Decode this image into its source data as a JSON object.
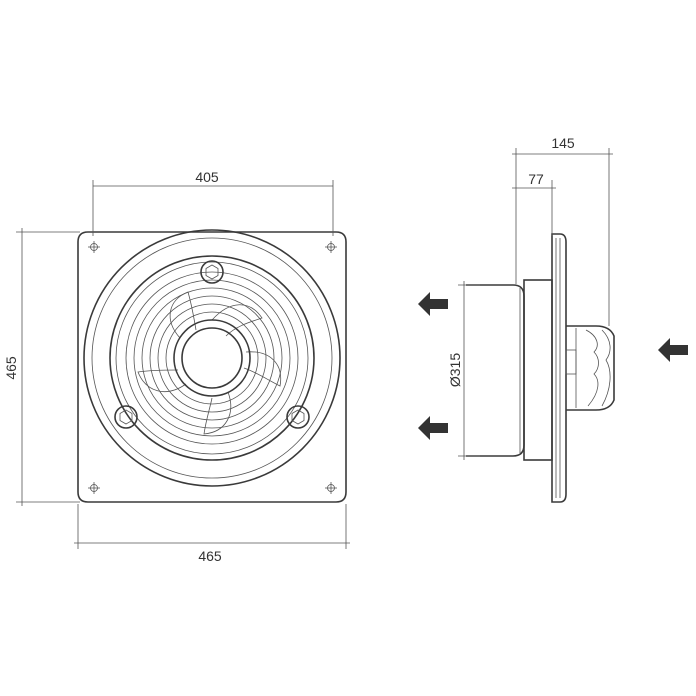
{
  "front_view": {
    "top_dimension": "405",
    "bottom_dimension": "465",
    "left_dimension": "465"
  },
  "side_view": {
    "top_outer_dimension": "145",
    "top_inner_dimension": "77",
    "diameter_dimension": "Ø315"
  },
  "colors": {
    "line": "#444444",
    "arrow": "#333333",
    "background": "#ffffff"
  }
}
